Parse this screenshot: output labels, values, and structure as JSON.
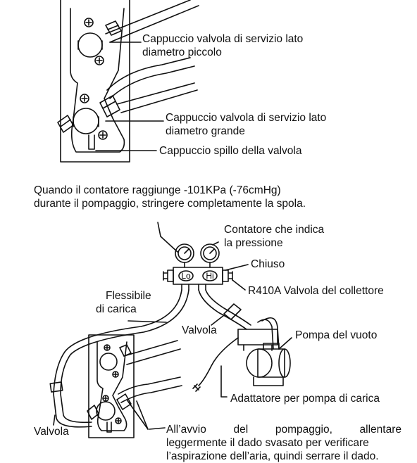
{
  "top_labels": {
    "small_cap_line1": "Cappuccio valvola di servizio lato",
    "small_cap_line2": "diametro piccolo",
    "large_cap_line1": "Cappuccio valvola di servizio lato",
    "large_cap_line2": "diametro grande",
    "pin_cap": "Cappuccio spillo della valvola"
  },
  "instruction": {
    "line1": "Quando il contatore raggiunge -101KPa (-76cmHg)",
    "line2": "durante il pompaggio, stringere completamente la spola."
  },
  "bottom_labels": {
    "gauge_line1": "Contatore che indica",
    "gauge_line2": "la pressione",
    "closed": "Chiuso",
    "manifold": "R410A Valvola del collettore",
    "hose_line1": "Flessibile",
    "hose_line2": "di carica",
    "valve_mid": "Valvola",
    "vacuum_pump": "Pompa del vuoto",
    "adapter": "Adattatore per pompa di carica",
    "valve_left": "Valvola",
    "lo": "Lo",
    "hi": "Hi"
  },
  "note": {
    "line1": "All’avvio del pompaggio, allentare",
    "line2": "leggermente il dado svasato per verificare",
    "line3": "l’aspirazione dell’aria, quindi serrare il dado."
  }
}
